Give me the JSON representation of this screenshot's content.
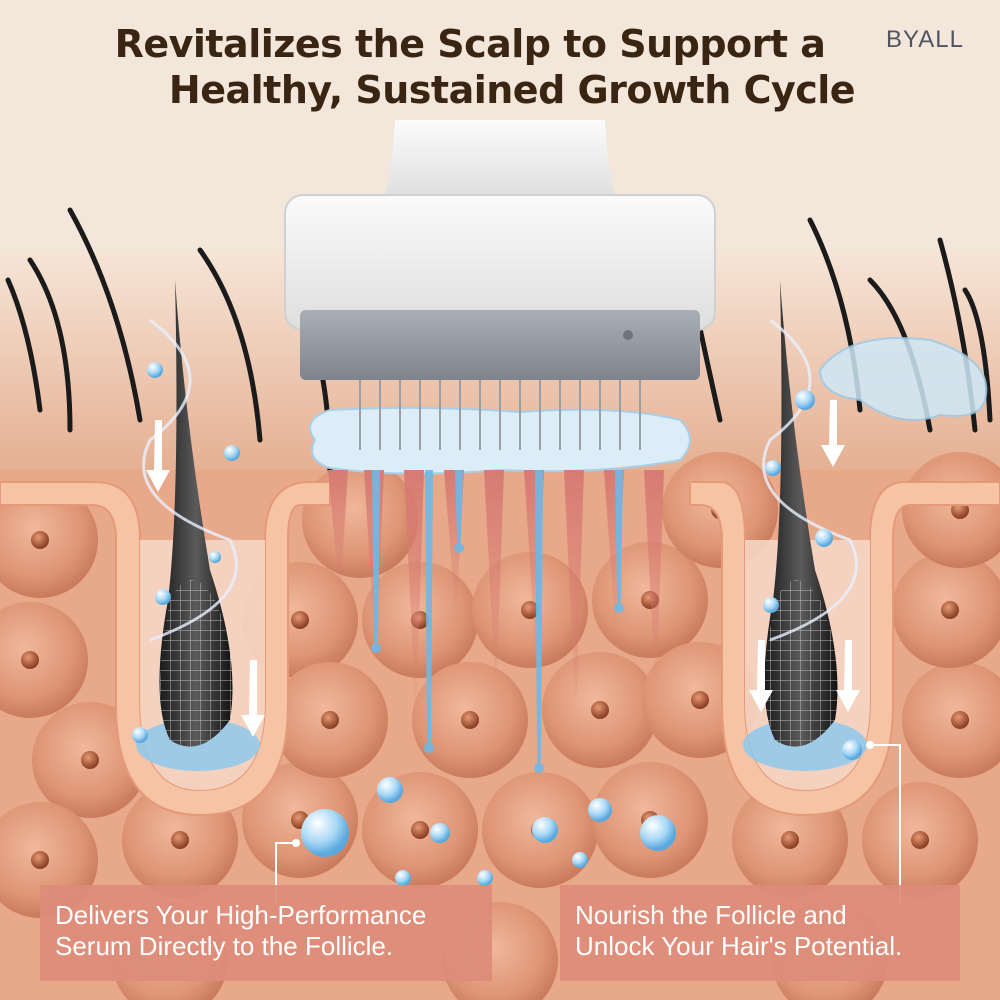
{
  "headline": {
    "line1": "Revitalizes the Scalp to Support a",
    "line2": "Healthy, Sustained Growth Cycle"
  },
  "brand": "BYALL",
  "callouts": {
    "left": {
      "line1": "Delivers Your High-Performance",
      "line2": "Serum Directly to the Follicle."
    },
    "right": {
      "line1": "Nourish the Follicle and",
      "line2": "Unlock Your Hair's Potential."
    }
  },
  "colors": {
    "background": "#f3e6da",
    "skin": "#e8a98a",
    "cell": "#d98d6c",
    "follicle_wall": "#f6c3a4",
    "title": "#3a2412",
    "panel": "#dc8c7a",
    "serum": "#6fb8e6",
    "device": "#f2f2f2"
  }
}
